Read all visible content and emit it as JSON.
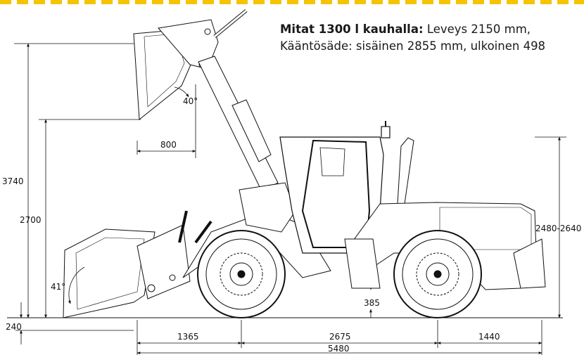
{
  "header": {
    "title_bold": "Mitat 1300 l kauhalla:",
    "line1_rest": " Leveys 2150 mm,",
    "line2": "Kääntösäde: sisäinen 2855 mm, ulkoinen 498"
  },
  "dimensions": {
    "max_height": "3740",
    "dump_height": "2700",
    "ground_offset": "240",
    "reach": "800",
    "dump_angle": "40°",
    "rollback_angle": "41°",
    "cab_height": "2480-2640",
    "ground_clearance": "385",
    "front_overhang": "1365",
    "wheelbase": "2675",
    "rear_overhang": "1440",
    "total_length": "5480"
  },
  "colors": {
    "accent": "#f5c400",
    "line": "#111111"
  }
}
